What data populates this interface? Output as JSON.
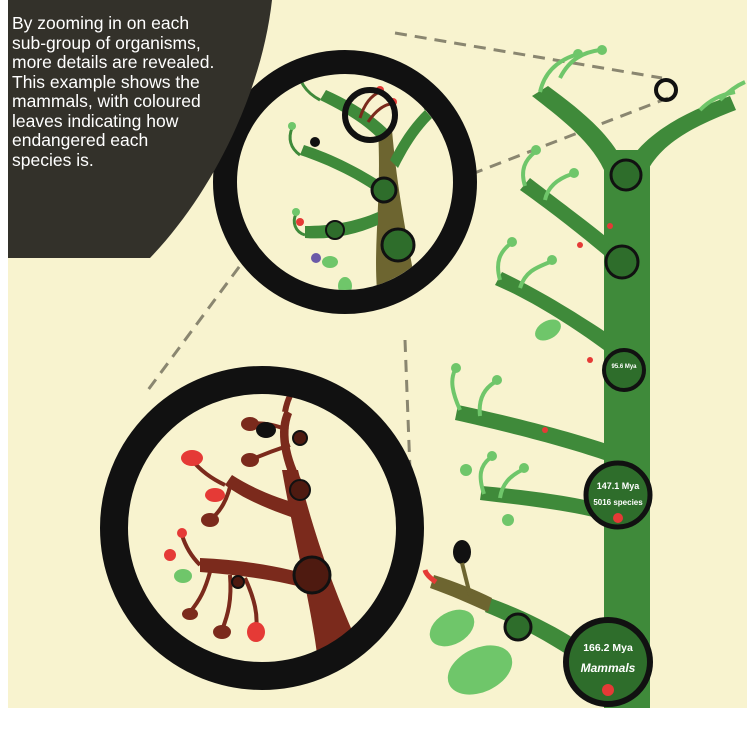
{
  "caption": {
    "lines": [
      "By zooming in on each",
      "sub-group of organisms,",
      "more details are revealed.",
      "This example shows the",
      "mammals, with coloured",
      "leaves indicating how",
      "endangered each",
      "species is."
    ]
  },
  "tree": {
    "root_node": {
      "age": "166.2 Mya",
      "group": "Mammals"
    },
    "node_2": {
      "age": "147.1 Mya",
      "count": "5016 species"
    },
    "node_3": {
      "age": "95.6 Mya"
    }
  },
  "colors": {
    "background": "#f8f3cf",
    "panel_frame": "#ffffff",
    "caption_panel": "#33312a",
    "trunk_green": "#3f8a3a",
    "leaf_green": "#6fc66a",
    "branch_brown": "#7b2a1c",
    "zoom_ring": "#111111",
    "leaf_red": "#e53a36"
  }
}
